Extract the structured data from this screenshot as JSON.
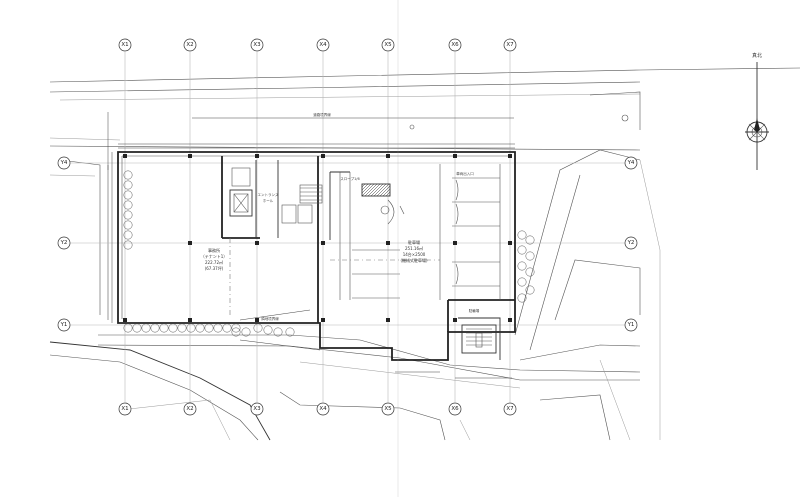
{
  "grid": {
    "x_axes": [
      "X1",
      "X2",
      "X3",
      "X4",
      "X5",
      "X6",
      "X7"
    ],
    "y_axes": [
      "Y4",
      "Y2",
      "Y1"
    ]
  },
  "north_label": "真北",
  "rooms": {
    "tenant": [
      "事務所",
      "（テナント1）",
      "222.72㎡",
      "(67.37坪)"
    ],
    "parking": [
      "駐車場",
      "251.16㎡",
      "14台×2500",
      "(機械式駐車場)"
    ],
    "elevator_hall": [
      "エントランス",
      "ホール"
    ],
    "bicycle": "駐輪場",
    "ramp": "スロープ1/6",
    "entry": "車両出入口",
    "stair": "階段"
  },
  "road_label": "道路境界線",
  "site_label": "隣地境界線"
}
